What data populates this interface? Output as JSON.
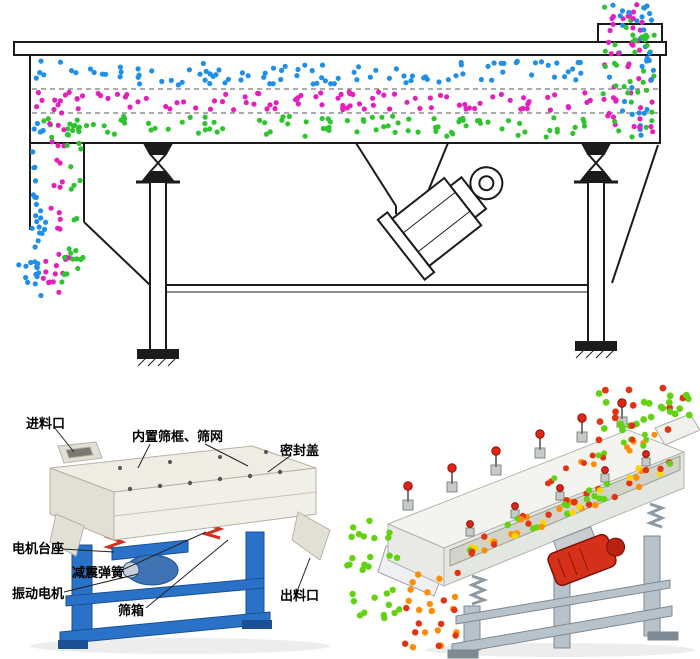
{
  "page": {
    "background": "#ffffff"
  },
  "schematic": {
    "description": "linear vibrating screen working principle side-view drawing",
    "line_color": "#1b1b1b",
    "particle_colors": {
      "blue": "#1f8fe8",
      "magenta": "#e420bc",
      "green": "#2fc42f"
    }
  },
  "left_machine": {
    "colors": {
      "frame_blue": "#2a72c8",
      "frame_blue_dark": "#1b4f96",
      "spring_red": "#d03020",
      "motor_blue": "#3e74b4",
      "body_light": "#efede3",
      "body_mid": "#e2e0d4",
      "body_front": "#f0efe8"
    },
    "labels": {
      "feed_inlet": "进料口",
      "inner_screen_frame": "内置筛框、筛网",
      "seal_cover": "密封盖",
      "motor_base": "电机台座",
      "damping_spring": "减震弹簧",
      "vibration_motor": "振动电机",
      "screen_box": "筛箱",
      "discharge_outlet": "出料口"
    }
  },
  "right_machine": {
    "colors": {
      "body": "#f3f3ef",
      "body_side": "#e4e6e1",
      "band": "#d2d4ca",
      "frame_gray": "#b7c2ca",
      "frame_gray_dark": "#7d8a94",
      "motor_red": "#d5301a",
      "clamp_red": "#e02418",
      "particle_green": "#63d311",
      "particle_red": "#e23312",
      "particle_orange": "#ff8d05",
      "particle_yellow": "#ffd400"
    }
  }
}
